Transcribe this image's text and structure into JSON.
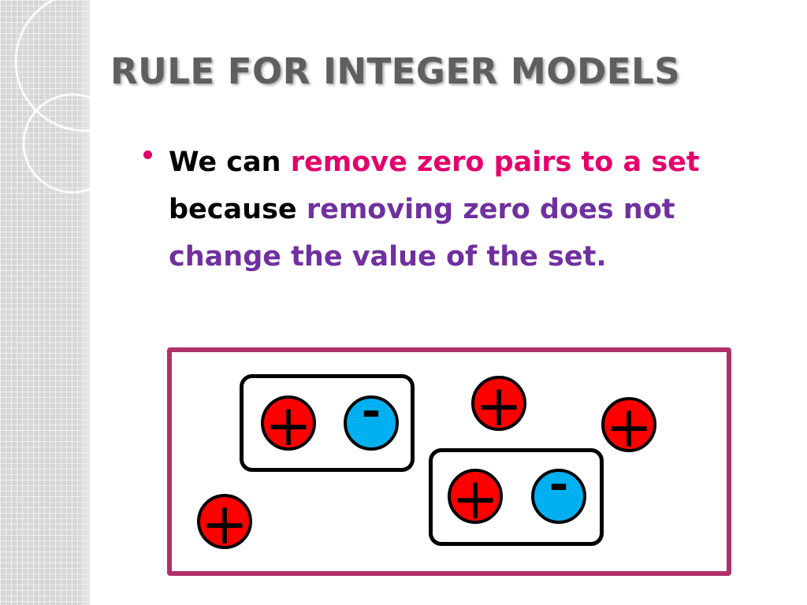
{
  "slide": {
    "title": "RULE FOR INTEGER MODELS",
    "bullet": {
      "segments": [
        {
          "text": "We can ",
          "color": "#000000"
        },
        {
          "text": "remove zero pairs to a set",
          "color": "#e4006b"
        },
        {
          "text": " because ",
          "color": "#000000"
        },
        {
          "text": "removing zero does not change the value of the set.",
          "color": "#7030a0"
        }
      ]
    }
  },
  "model": {
    "zero_pairs": 2,
    "counters": {
      "positive_symbol": "+",
      "negative_symbol": "-",
      "positive_color": "#ff0000",
      "negative_color": "#00b0f0"
    },
    "frame_color": "#b0306a"
  }
}
